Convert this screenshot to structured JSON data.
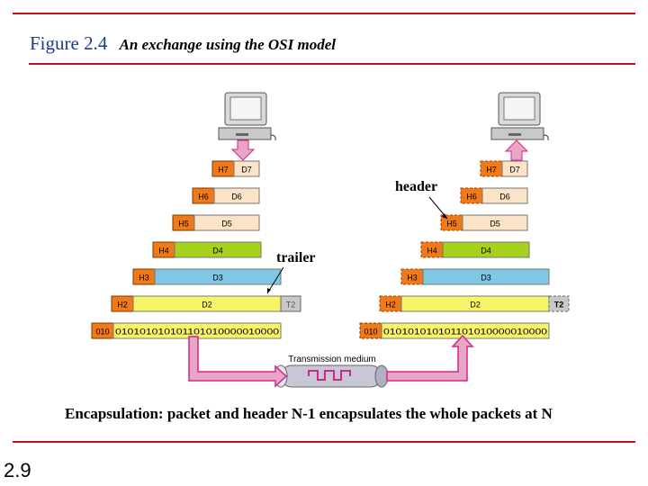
{
  "title": {
    "number": "Figure 2.4",
    "subtitle": "An exchange using the OSI model"
  },
  "labels": {
    "header": "header",
    "trailer": "trailer",
    "medium": "Transmission medium"
  },
  "caption": "Encapsulation: packet and header N-1 encapsulates the whole packets at N",
  "page_number": "2.9",
  "layers": [
    {
      "h": "H7",
      "d": "D7"
    },
    {
      "h": "H6",
      "d": "D6"
    },
    {
      "h": "H5",
      "d": "D5"
    },
    {
      "h": "H4",
      "d": "D4"
    },
    {
      "h": "H3",
      "d": "D3"
    },
    {
      "h": "H2",
      "d": "D2",
      "t": "T2"
    }
  ],
  "bits": {
    "prefix": "010",
    "stream": "01010101010110101000001 0000"
  },
  "colors": {
    "title_blue": "#1f3a8a",
    "rule_red": "#c01020",
    "h_orange": "#f07a1a",
    "d_peach": "#fbe3c8",
    "d_green": "#a6d21e",
    "d_blue": "#7ec8e3",
    "d_yellow": "#f8f46a",
    "trailer_gray": "#c8c8c8",
    "arrow_magenta": "#d0268c",
    "arrow_pink": "#e8a6c6"
  }
}
